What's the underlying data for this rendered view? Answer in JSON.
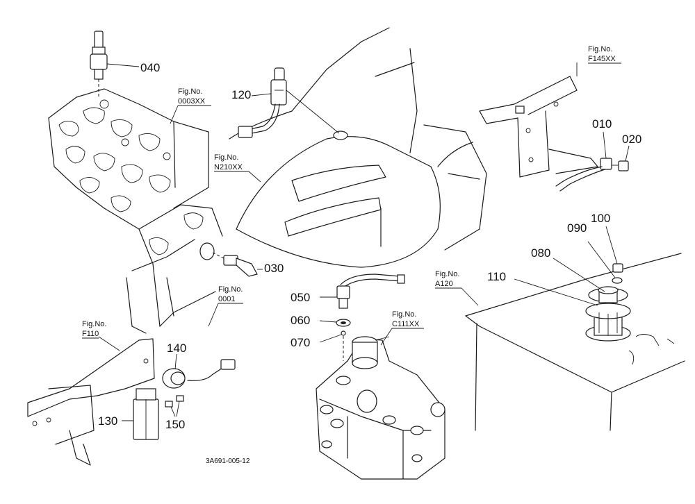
{
  "diagram": {
    "parts": [
      "040",
      "120",
      "010",
      "020",
      "100",
      "090",
      "080",
      "110",
      "030",
      "050",
      "060",
      "070",
      "140",
      "130",
      "150"
    ],
    "figure_refs": [
      {
        "label": "Fig.No.",
        "code": "0003XX"
      },
      {
        "label": "Fig.No.",
        "code": "N210XX"
      },
      {
        "label": "Fig.No.",
        "code": "F145XX"
      },
      {
        "label": "Fig.No.",
        "code": "0001"
      },
      {
        "label": "Fig.No.",
        "code": "A120"
      },
      {
        "label": "Fig.No.",
        "code": "C111XX"
      },
      {
        "label": "Fig.No.",
        "code": "F110"
      }
    ],
    "drawing_code": "3A691-005-12"
  }
}
